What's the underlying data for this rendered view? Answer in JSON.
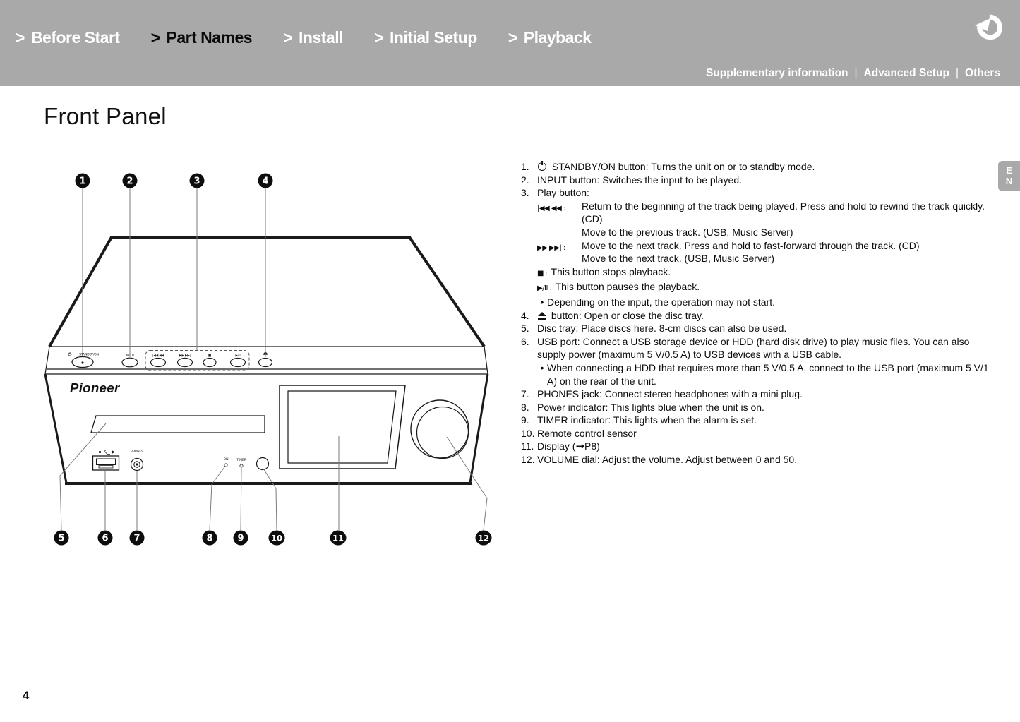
{
  "header": {
    "chevron": ">",
    "nav": [
      {
        "label": "Before Start",
        "active": false
      },
      {
        "label": "Part Names",
        "active": true
      },
      {
        "label": "Install",
        "active": false
      },
      {
        "label": "Initial Setup",
        "active": false
      },
      {
        "label": "Playback",
        "active": false
      }
    ],
    "subnav": [
      "Supplementary information",
      "Advanced Setup",
      "Others"
    ],
    "subnav_separator": "|"
  },
  "page": {
    "title": "Front Panel",
    "page_number": "4",
    "lang_tab_lines": [
      "E",
      "N"
    ]
  },
  "diagram": {
    "callouts": [
      "1",
      "2",
      "3",
      "4",
      "5",
      "6",
      "7",
      "8",
      "9",
      "10",
      "11",
      "12"
    ],
    "labels": {
      "brand": "Pioneer",
      "standby": "STANDBY/ON",
      "input": "INPUT",
      "prev": "|◀◀ ◀◀",
      "next": "▶▶ ▶▶|",
      "stop": "■",
      "playpause": "▶/II",
      "phones": "PHONES",
      "on": "ON",
      "timer": "TIMER"
    }
  },
  "parts_list": {
    "items": [
      {
        "num": "1.",
        "text": "{power} STANDBY/ON button: Turns the unit on or to standby mode."
      },
      {
        "num": "2.",
        "text": "INPUT button: Switches the input to be played."
      },
      {
        "num": "3.",
        "text": "Play button:",
        "sub": [
          {
            "marker": "|◀◀ ◀◀ :",
            "lines": [
              "Return to the beginning of the track being played. Press and hold to rewind the track quickly. (CD)",
              "Move to the previous track. (USB, Music Server)"
            ]
          },
          {
            "marker": "▶▶ ▶▶| :",
            "lines": [
              "Move to the next track. Press and hold to fast-forward through the track. (CD)",
              "Move to the next track. (USB, Music Server)"
            ]
          },
          {
            "inline_marker": "■ :",
            "text": "This button stops playback."
          },
          {
            "inline_marker": "▶/II :",
            "text": "This button pauses the playback."
          },
          {
            "bullet": "Depending on the input, the operation may not start."
          }
        ]
      },
      {
        "num": "4.",
        "text": "{eject} button: Open or close the disc tray."
      },
      {
        "num": "5.",
        "text": "Disc tray: Place discs here. 8-cm discs can also be used."
      },
      {
        "num": "6.",
        "text": "USB port: Connect a USB storage device or HDD (hard disk drive) to play music files. You can also supply power (maximum 5 V/0.5 A) to USB devices with a USB cable.",
        "bullets": [
          "When connecting a HDD that requires more than 5 V/0.5 A, connect to the USB port (maximum 5 V/1 A) on the rear of the unit."
        ]
      },
      {
        "num": "7.",
        "text": "PHONES jack: Connect stereo headphones with a mini plug."
      },
      {
        "num": "8.",
        "text": "Power indicator: This lights blue when the unit is on."
      },
      {
        "num": "9.",
        "text": "TIMER indicator: This lights when the alarm is set."
      },
      {
        "num": "10.",
        "text": "Remote control sensor"
      },
      {
        "num": "11.",
        "text": "Display ({arrow}P8)"
      },
      {
        "num": "12.",
        "text": "VOLUME dial: Adjust the volume. Adjust between 0 and 50."
      }
    ]
  }
}
